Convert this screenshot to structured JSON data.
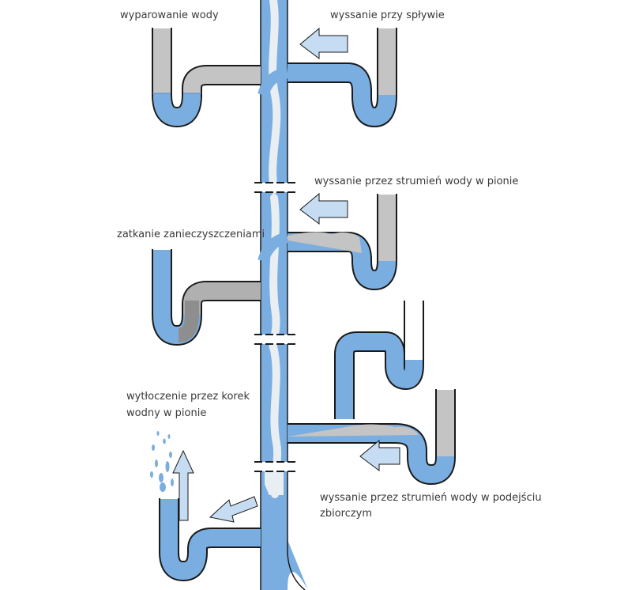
{
  "labels": {
    "evaporation": "wyparowanie wody",
    "self_siphonage": "wyssanie przy spływie",
    "stack_siphonage": "wyssanie przez strumień wody w pionie",
    "clogging": "zatkanie zanieczyszczeniami",
    "blowout_line1": "wytłoczenie przez korek",
    "blowout_line2": "wodny w pionie",
    "branch_siphonage_line1": "wyssanie przez strumień wody w podejściu",
    "branch_siphonage_line2": "zbiorczym"
  },
  "colors": {
    "water": "#7aaee0",
    "water_dark": "#5b8fcc",
    "pipe_empty": "#c4c4c4",
    "pipe_dark": "#8e8e8e",
    "arrow": "#c5dcf2",
    "outline": "#1a1a1a"
  }
}
